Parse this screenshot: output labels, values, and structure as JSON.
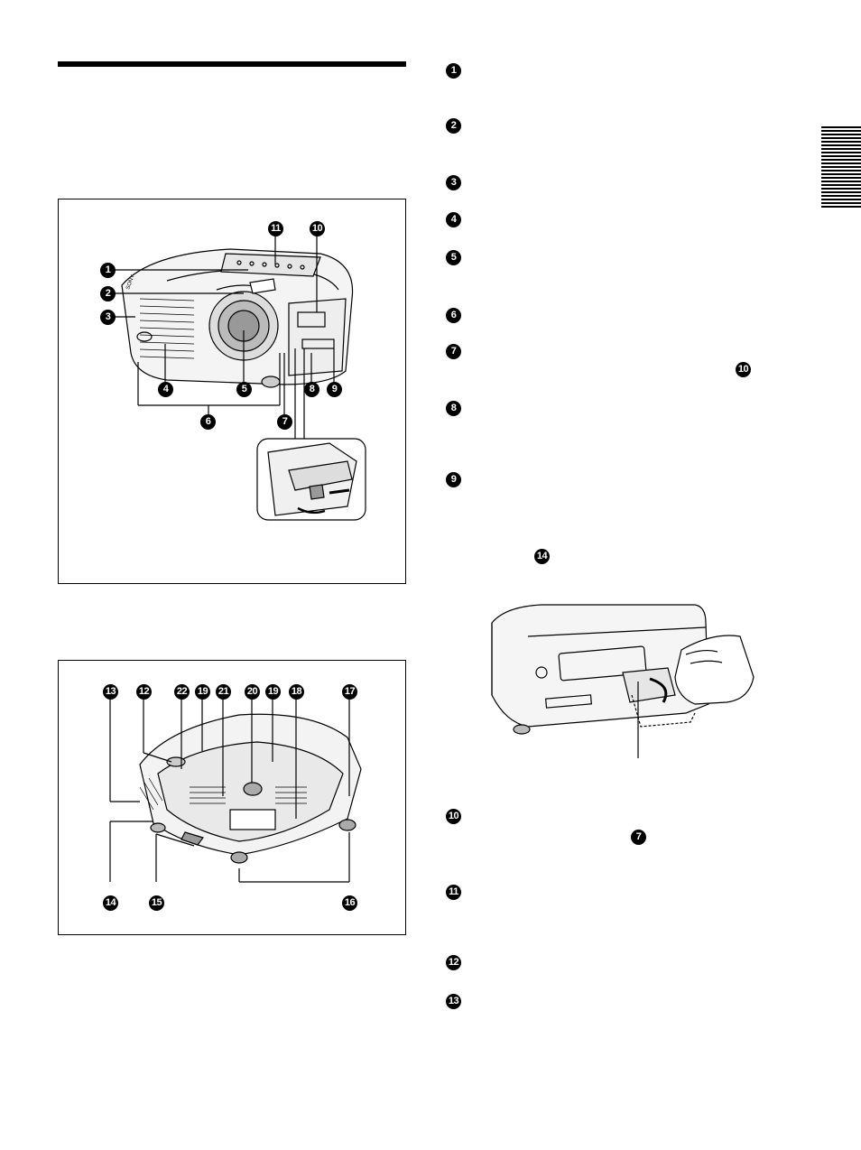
{
  "page": {
    "top_rule": "section-rule",
    "side_tab": "chapter-tab"
  },
  "front_figure": {
    "callouts": [
      "1",
      "2",
      "3",
      "4",
      "5",
      "6",
      "7",
      "8",
      "9",
      "10",
      "11"
    ],
    "brand_mark": "SONY"
  },
  "bottom_figure": {
    "callouts": [
      "13",
      "12",
      "22",
      "19",
      "21",
      "20",
      "19",
      "18",
      "17",
      "14",
      "15",
      "16"
    ]
  },
  "right_column": {
    "list_markers": [
      "1",
      "2",
      "3",
      "4",
      "5",
      "6",
      "7",
      "8",
      "9"
    ],
    "inline_ref_item7": "10",
    "inline_ref_item9": "14",
    "lower_markers": [
      "10",
      "11",
      "12",
      "13"
    ],
    "inline_ref_item10": "7"
  },
  "icons": {
    "badge": "filled-circle-numeral",
    "tab": "striped-chapter-tab"
  }
}
